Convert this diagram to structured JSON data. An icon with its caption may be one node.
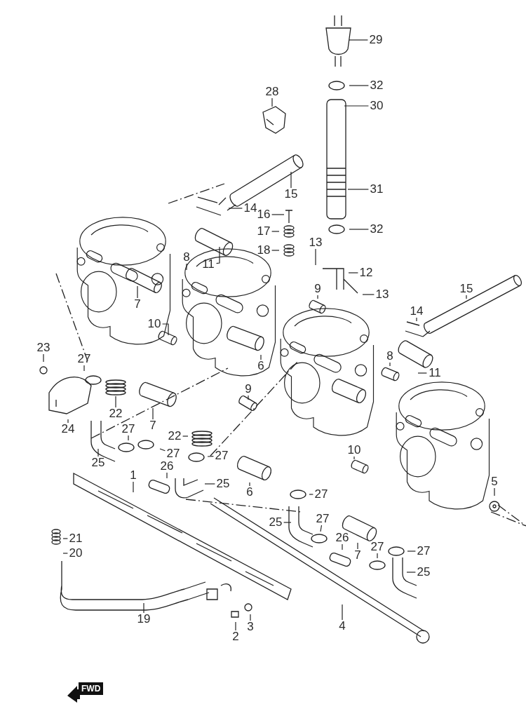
{
  "diagram": {
    "nodes": [
      {
        "text": [
          "29"
        ]
      },
      {
        "text": [
          "32"
        ]
      },
      {
        "text": [
          "28"
        ]
      },
      {
        "text": [
          "30"
        ]
      },
      {
        "text": [
          "15"
        ]
      },
      {
        "text": [
          "31"
        ]
      },
      {
        "text": [
          "14"
        ]
      },
      {
        "text": [
          "16"
        ]
      },
      {
        "text": [
          "32"
        ]
      },
      {
        "text": [
          "17"
        ]
      },
      {
        "text": [
          "13"
        ]
      },
      {
        "text": [
          "18"
        ]
      },
      {
        "text": [
          "8"
        ]
      },
      {
        "text": [
          "11"
        ]
      },
      {
        "text": [
          "12"
        ]
      },
      {
        "text": [
          "15"
        ]
      },
      {
        "text": [
          "7"
        ]
      },
      {
        "text": [
          "9"
        ]
      },
      {
        "text": [
          "13"
        ]
      },
      {
        "text": [
          "14"
        ]
      },
      {
        "text": [
          "10"
        ]
      },
      {
        "text": [
          "23"
        ]
      },
      {
        "text": [
          "8"
        ]
      },
      {
        "text": [
          "6"
        ]
      },
      {
        "text": [
          "27"
        ]
      },
      {
        "text": [
          "11"
        ]
      },
      {
        "text": [
          "9"
        ]
      },
      {
        "text": [
          "22"
        ]
      },
      {
        "text": [
          "7"
        ]
      },
      {
        "text": [
          "27"
        ]
      },
      {
        "text": [
          "24"
        ]
      },
      {
        "text": [
          "22"
        ]
      },
      {
        "text": [
          "10"
        ]
      },
      {
        "text": [
          "27"
        ]
      },
      {
        "text": [
          "26"
        ]
      },
      {
        "text": [
          "27"
        ]
      },
      {
        "text": [
          "25"
        ]
      },
      {
        "text": [
          "25"
        ]
      },
      {
        "text": [
          "1"
        ]
      },
      {
        "text": [
          "5"
        ]
      },
      {
        "text": [
          "6"
        ]
      },
      {
        "text": [
          "27"
        ]
      },
      {
        "text": [
          "25"
        ]
      },
      {
        "text": [
          "27"
        ]
      },
      {
        "text": [
          "26"
        ]
      },
      {
        "text": [
          "21"
        ]
      },
      {
        "text": [
          "7"
        ]
      },
      {
        "text": [
          "27"
        ]
      },
      {
        "text": [
          "27"
        ]
      },
      {
        "text": [
          "20"
        ]
      },
      {
        "text": [
          "25"
        ]
      },
      {
        "text": [
          "19"
        ]
      },
      {
        "text": [
          "3"
        ]
      },
      {
        "text": [
          "4"
        ]
      },
      {
        "text": [
          "2"
        ]
      }
    ],
    "edges": [
      {
        "from": 0,
        "to": null,
        "arrow": "none"
      },
      {
        "from": 1,
        "to": null,
        "arrow": "none"
      },
      {
        "from": 2,
        "to": null,
        "arrow": "none"
      },
      {
        "from": 3,
        "to": null,
        "arrow": "none"
      },
      {
        "from": 4,
        "to": null,
        "arrow": "none"
      },
      {
        "from": 5,
        "to": null,
        "arrow": "none"
      },
      {
        "from": 6,
        "to": null,
        "arrow": "none"
      },
      {
        "from": 7,
        "to": null,
        "arrow": "none"
      },
      {
        "from": 8,
        "to": null,
        "arrow": "none"
      },
      {
        "from": 9,
        "to": null,
        "arrow": "none"
      },
      {
        "from": 10,
        "to": null,
        "arrow": "none"
      },
      {
        "from": 11,
        "to": null,
        "arrow": "none"
      },
      {
        "from": 12,
        "to": null,
        "arrow": "none"
      },
      {
        "from": 13,
        "to": null,
        "arrow": "none"
      },
      {
        "from": 14,
        "to": null,
        "arrow": "none"
      },
      {
        "from": 15,
        "to": null,
        "arrow": "none"
      },
      {
        "from": 16,
        "to": null,
        "arrow": "none"
      },
      {
        "from": 17,
        "to": null,
        "arrow": "none"
      },
      {
        "from": 18,
        "to": null,
        "arrow": "none"
      },
      {
        "from": 19,
        "to": null,
        "arrow": "none"
      },
      {
        "from": 20,
        "to": null,
        "arrow": "none"
      },
      {
        "from": 21,
        "to": null,
        "arrow": "none"
      },
      {
        "from": 22,
        "to": null,
        "arrow": "none"
      },
      {
        "from": 23,
        "to": null,
        "arrow": "none"
      },
      {
        "from": 24,
        "to": null,
        "arrow": "none"
      },
      {
        "from": 25,
        "to": null,
        "arrow": "none"
      },
      {
        "from": 26,
        "to": null,
        "arrow": "none"
      },
      {
        "from": 27,
        "to": null,
        "arrow": "none"
      },
      {
        "from": 28,
        "to": null,
        "arrow": "none"
      },
      {
        "from": 29,
        "to": null,
        "arrow": "none"
      },
      {
        "from": 30,
        "to": null,
        "arrow": "none"
      },
      {
        "from": 31,
        "to": null,
        "arrow": "none"
      },
      {
        "from": 32,
        "to": null,
        "arrow": "none"
      },
      {
        "from": 33,
        "to": null,
        "arrow": "none"
      },
      {
        "from": 34,
        "to": null,
        "arrow": "none"
      },
      {
        "from": 35,
        "to": null,
        "arrow": "none"
      },
      {
        "from": 36,
        "to": null,
        "arrow": "none"
      },
      {
        "from": 37,
        "to": null,
        "arrow": "none"
      },
      {
        "from": 38,
        "to": null,
        "arrow": "none"
      },
      {
        "from": 39,
        "to": null,
        "arrow": "none"
      },
      {
        "from": 40,
        "to": null,
        "arrow": "none"
      },
      {
        "from": 41,
        "to": null,
        "arrow": "none"
      },
      {
        "from": 42,
        "to": null,
        "arrow": "none"
      },
      {
        "from": 43,
        "to": null,
        "arrow": "none"
      },
      {
        "from": 44,
        "to": null,
        "arrow": "none"
      },
      {
        "from": 45,
        "to": null,
        "arrow": "none"
      },
      {
        "from": 46,
        "to": null,
        "arrow": "none"
      },
      {
        "from": 47,
        "to": null,
        "arrow": "none"
      },
      {
        "from": 48,
        "to": null,
        "arrow": "none"
      },
      {
        "from": 49,
        "to": null,
        "arrow": "none"
      },
      {
        "from": 50,
        "to": null,
        "arrow": "none"
      },
      {
        "from": 51,
        "to": null,
        "arrow": "none"
      },
      {
        "from": 52,
        "to": null,
        "arrow": "none"
      },
      {
        "from": 53,
        "to": null,
        "arrow": "none"
      },
      {
        "from": 54,
        "to": null,
        "arrow": "none"
      }
    ],
    "labels": [
      "FWD"
    ]
  }
}
